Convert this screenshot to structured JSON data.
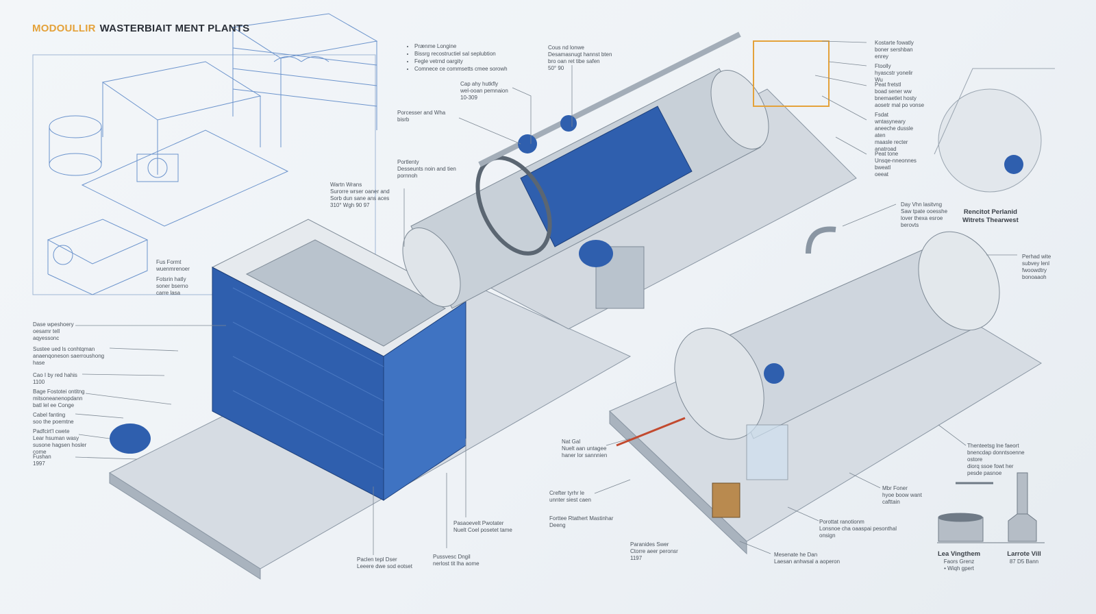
{
  "title": {
    "accent": "MODOULLIR",
    "main": "WASTERBIAIT MENT PLANTS"
  },
  "bullets": [
    "Prænme Longine",
    "Bissrg recostructiel sal seplubtion",
    "Fegle vetrnd oargity",
    "Comnece ce commsetts cmee sorowh"
  ],
  "callouts": [
    "Cous nd lonwe\nDesamasnugt hannst bten\nbro oan ret tibe safen\n50° 90",
    "Cap ahy hutkfly\nwel-ooan pemnaion\n10-309",
    "Porcesser and Wha\nbisrb",
    "Portlenty\nDesseunts noin and tien\npornnoh",
    "Wartn Wrans\nSurorre wrser oaner and\nSorb dun sane ans aces\n310° Wgh 90 97",
    "Fus Formt\nwuenmrenoer",
    "Fotsrin hatly\nsoner bserno\ncarre lasa",
    "Dase wpeshoery\noesamr tell\naqyessonc",
    "Sustee ued ls conhtqman\nanaenqoneson saerroushong\nhase",
    "Cao I by red hahis\n1100",
    "Bage Fostotei ontitng\nmitsoneanenopdann\nbatl lel ee Conge",
    "Cabel fanting\nsoo the poemtne",
    "Padfcirt'l cwete\nLear hsuman wasy\nsusone hagsen hosler\ncome",
    "Fushan\n1997",
    "Kostarte fowatly\nboner sershban\nenrey",
    "Ftoolly\nhyascstr yonelir\nWu",
    "Peat fretstl\nboad sener ww\nbnemaetlet hosty\naosetr mal po vonse",
    "Fsdat\nwntasyneary\naneeche dussle\naten\nmaasle recter\nanatroad",
    "Peat tone\nUnsqe-nneonnes\nbweatl\noeeat",
    "Day Vhn lasitvng\nSaw tpate ooesshe\nlover thexa esroe\nberovts",
    "Perhad wite\nsubvey lenl\nfwoowdtry\nbonoaaoh",
    "Nat Gal\nNuelt aan untagee\nhaner lor sannnien",
    "Crefter tyrhr le\nunnter siest caen",
    "Forttee Rtathert Mastinhar\nDeeng",
    "Paranides Swer\nCtorre aeer peronsr\n1197",
    "Mesenate he Dan\nLaesan anhwsal a aoperon",
    "Porottat ranotionm\nLonsnoe cha oaaspai pesonthal\nonsign",
    "Mbr Foner\nhyoe boow want\ncafttain",
    "Thenteetsg lne faeort\nbnencdap donntsoenne\nostore\ndiorq ssoe fowt her\npesde pasnoe",
    "Pasaoevelt Pwotater\nNuelt Coel posetet tame",
    "Pussvesc Dngil\nnerlost tit lha aome",
    "Paclen tepl Dser\nLeeere dwe sod eotset"
  ],
  "detail_caption": "Rencitot Perlanid\nWitrets Thearwest",
  "component_captions": [
    {
      "name": "Lea Vingthem",
      "sub": "Faors Grenz\n• Wiqh gpert"
    },
    {
      "name": "Larrote Vill",
      "sub": "87 D5 Bann"
    }
  ],
  "colors": {
    "accent": "#e4a23a",
    "blue": "#2f5fae",
    "steel": "#c9d0d8",
    "blueprint": "#5b86c4"
  }
}
